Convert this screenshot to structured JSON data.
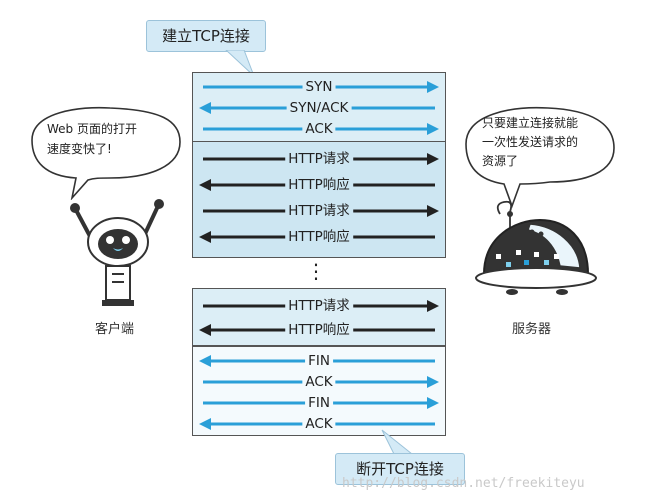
{
  "callouts": {
    "establish": "建立TCP连接",
    "close": "断开TCP连接"
  },
  "handshake": [
    {
      "label": "SYN",
      "direction": "right"
    },
    {
      "label": "SYN/ACK",
      "direction": "left"
    },
    {
      "label": "ACK",
      "direction": "right"
    }
  ],
  "http_block_1": [
    {
      "label": "HTTP请求",
      "direction": "right"
    },
    {
      "label": "HTTP响应",
      "direction": "left"
    },
    {
      "label": "HTTP请求",
      "direction": "right"
    },
    {
      "label": "HTTP响应",
      "direction": "left"
    }
  ],
  "ellipsis": "⋮",
  "http_block_2": [
    {
      "label": "HTTP请求",
      "direction": "right"
    },
    {
      "label": "HTTP响应",
      "direction": "left"
    }
  ],
  "teardown": [
    {
      "label": "FIN",
      "direction": "left"
    },
    {
      "label": "ACK",
      "direction": "right"
    },
    {
      "label": "FIN",
      "direction": "right"
    },
    {
      "label": "ACK",
      "direction": "left"
    }
  ],
  "client": {
    "label": "客户端",
    "speech": [
      "Web 页面的打开",
      "速度变快了!"
    ]
  },
  "server": {
    "label": "服务器",
    "speech": [
      "只要建立连接就能",
      "一次性发送请求的",
      "资源了"
    ]
  },
  "watermark": "http://blog.csdn.net/freekiteyu",
  "colors": {
    "blue_arrow": "#2a9fd8",
    "black_arrow": "#222222",
    "panel_light": "#dceef6",
    "panel_dark": "#cde6f2",
    "callout": "#d4eaf6"
  }
}
